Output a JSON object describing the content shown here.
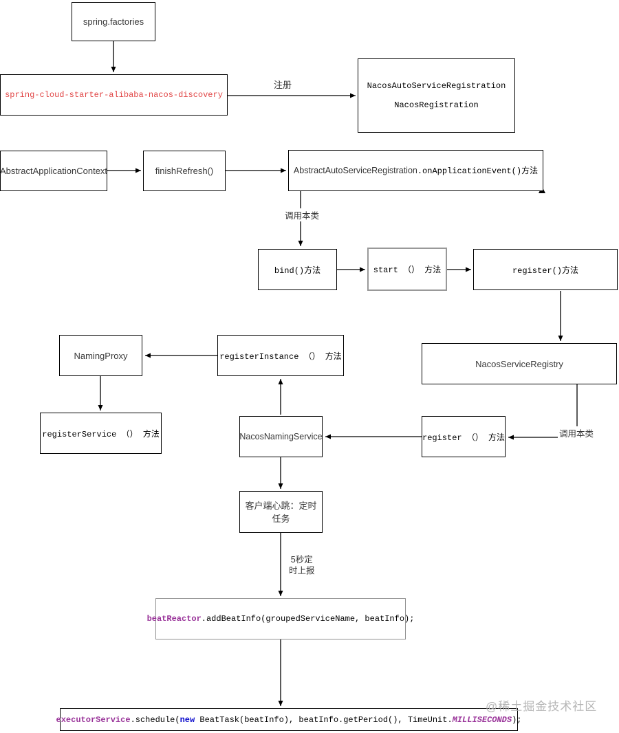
{
  "watermark": "@稀土掘金技术社区",
  "colors": {
    "line": "#000000",
    "red_text": "#e14646",
    "purple_code": "#993399",
    "blue_keyword": "#0b0bcc",
    "gray_border": "#999999",
    "watermark_gray": "#b6b6b6"
  },
  "nodes": {
    "spring_factories": {
      "label": "spring.factories"
    },
    "starter": {
      "label": "spring-cloud-starter-alibaba-nacos-discovery"
    },
    "auto_registration": {
      "line1": "NacosAutoServiceRegistration",
      "line2": "NacosRegistration"
    },
    "abstract_context": {
      "label": "AbstractApplicationContext"
    },
    "finish_refresh": {
      "label": "finishRefresh()"
    },
    "on_app_event": {
      "segments": [
        {
          "text": "AbstractAutoServiceRegistration",
          "style": "sans"
        },
        {
          "text": ".onApplicationEvent()方法",
          "style": "mono"
        }
      ]
    },
    "bind_method": {
      "label": "bind()方法"
    },
    "start_method": {
      "label": "start （） 方法"
    },
    "register_method_top": {
      "label": "register()方法"
    },
    "nacos_service_registry": {
      "label": "NacosServiceRegistry"
    },
    "register_instance": {
      "label": "registerInstance （） 方法"
    },
    "naming_proxy": {
      "label": "NamingProxy"
    },
    "register_service": {
      "label": "registerService （） 方法"
    },
    "nacos_naming_service": {
      "label": "NacosNamingService"
    },
    "register_method_mid": {
      "label": "register （） 方法"
    },
    "heartbeat": {
      "label": "客户端心跳：定时任务"
    },
    "beat_code": {
      "segments": [
        {
          "text": "beatReactor",
          "style": "purple"
        },
        {
          "text": ".addBeatInfo(groupedServiceName, beatInfo);",
          "style": "plain"
        }
      ]
    },
    "executor_code": {
      "segments": [
        {
          "text": "executorService",
          "style": "purple"
        },
        {
          "text": ".schedule(",
          "style": "plain"
        },
        {
          "text": "new",
          "style": "blue"
        },
        {
          "text": " BeatTask(beatInfo), beatInfo.getPeriod(), TimeUnit.",
          "style": "plain"
        },
        {
          "text": "MILLISECONDS",
          "style": "purple-italic"
        },
        {
          "text": ");",
          "style": "plain"
        }
      ]
    }
  },
  "edge_labels": {
    "register": "注册",
    "call_self_1": "调用本类",
    "call_self_2": "调用本类",
    "report_5s": "5秒定\n时上报"
  }
}
